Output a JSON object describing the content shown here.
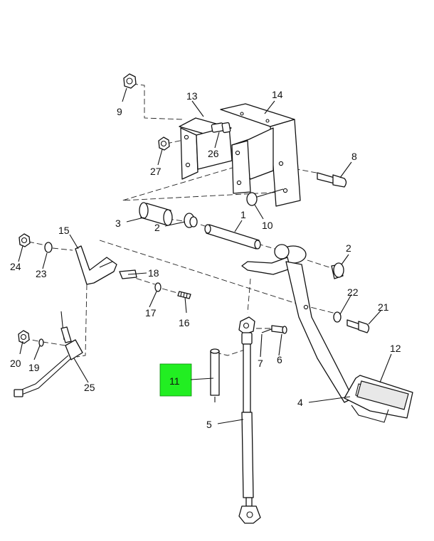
{
  "diagram": {
    "highlight_color": "#22ee22",
    "callouts": [
      {
        "id": "c1",
        "label": "1"
      },
      {
        "id": "c2a",
        "label": "2"
      },
      {
        "id": "c2b",
        "label": "2"
      },
      {
        "id": "c3",
        "label": "3"
      },
      {
        "id": "c4",
        "label": "4"
      },
      {
        "id": "c5",
        "label": "5"
      },
      {
        "id": "c6",
        "label": "6"
      },
      {
        "id": "c7",
        "label": "7"
      },
      {
        "id": "c8",
        "label": "8"
      },
      {
        "id": "c9",
        "label": "9"
      },
      {
        "id": "c10",
        "label": "10"
      },
      {
        "id": "c11",
        "label": "11"
      },
      {
        "id": "c12",
        "label": "12"
      },
      {
        "id": "c13",
        "label": "13"
      },
      {
        "id": "c14",
        "label": "14"
      },
      {
        "id": "c15",
        "label": "15"
      },
      {
        "id": "c16",
        "label": "16"
      },
      {
        "id": "c17",
        "label": "17"
      },
      {
        "id": "c18",
        "label": "18"
      },
      {
        "id": "c19",
        "label": "19"
      },
      {
        "id": "c20",
        "label": "20"
      },
      {
        "id": "c21",
        "label": "21"
      },
      {
        "id": "c22",
        "label": "22"
      },
      {
        "id": "c23",
        "label": "23"
      },
      {
        "id": "c24",
        "label": "24"
      },
      {
        "id": "c25",
        "label": "25"
      },
      {
        "id": "c26",
        "label": "26"
      },
      {
        "id": "c27",
        "label": "27"
      }
    ]
  }
}
